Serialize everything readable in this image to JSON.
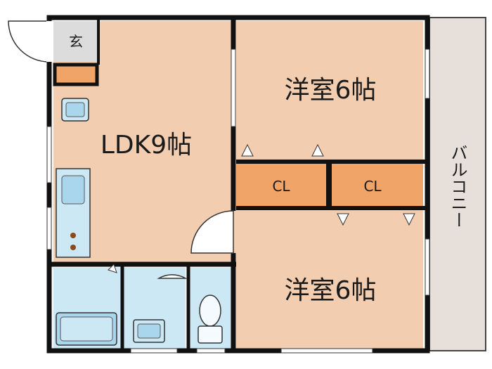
{
  "rooms": {
    "genkan": "玄",
    "ldk": "LDK9帖",
    "bedroom_top": "洋室6帖",
    "bedroom_bottom": "洋室6帖",
    "closet_left": "CL",
    "closet_right": "CL",
    "balcony": "バルコニー"
  },
  "colors": {
    "floor": "#f2cdb0",
    "closet": "#f0a468",
    "wet": "#cde8f5",
    "wet_fixture": "#a9d6ec",
    "genkan": "#dcdcdc",
    "balcony": "#e7dfda",
    "wall": "#111111"
  }
}
